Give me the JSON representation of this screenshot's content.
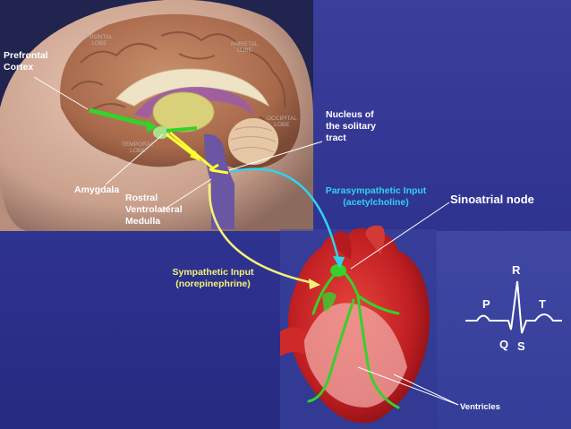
{
  "labels": {
    "prefrontal_cortex": "Prefrontal\nCortex",
    "amygdala": "Amygdala",
    "rostral_ventrolateral_medulla": "Rostral\nVentrolateral\nMedulla",
    "nucleus_solitary_tract": "Nucleus of\nthe solitary\ntract",
    "parasympathetic_input": "Parasympathetic Input\n(acetylcholine)",
    "sympathetic_input": "Sympathetic Input\n(norepinephrine)",
    "sinoatrial_node": "Sinoatrial node",
    "ventricles": "Ventricles"
  },
  "lobes": {
    "frontal": "FRONTAL\nLOBE",
    "parietal": "PARIETAL\nLOBE",
    "occipital": "OCCIPITAL\nLOBE",
    "temporal": "TEMPORAL\nLOBE"
  },
  "ecg_waves": {
    "p": "P",
    "q": "Q",
    "r": "R",
    "s": "S",
    "t": "T"
  },
  "colors": {
    "background": "#2f3390",
    "parasympathetic": "#2fd3ee",
    "sympathetic": "#f2f27a",
    "sinoatrial_label": "#ffffff",
    "pathway_green": "#36d12a",
    "pathway_yellow": "#ffff33"
  }
}
